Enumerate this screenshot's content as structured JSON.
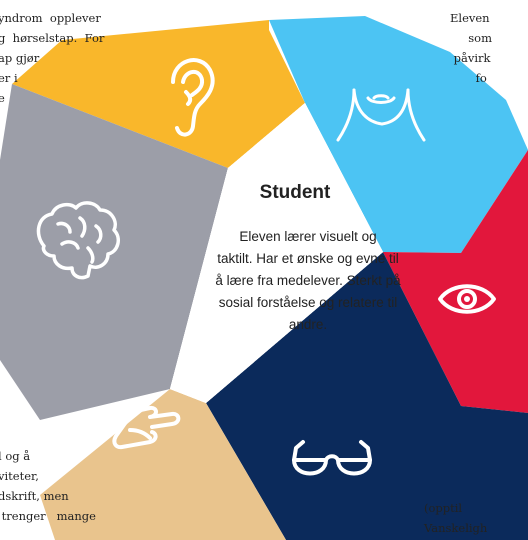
{
  "colors": {
    "ear": "#f9b72b",
    "face": "#4cc4f3",
    "eye": "#e2173c",
    "glasses": "#0b2a5b",
    "hand": "#e9c48d",
    "brain": "#9c9ea8"
  },
  "segments": [
    {
      "name": "ear",
      "icon": "ear-icon"
    },
    {
      "name": "face",
      "icon": "face-icon"
    },
    {
      "name": "eye",
      "icon": "eye-icon"
    },
    {
      "name": "glasses",
      "icon": "glasses-icon"
    },
    {
      "name": "hand",
      "icon": "hand-icon"
    },
    {
      "name": "brain",
      "icon": "brain-icon"
    }
  ],
  "center": {
    "title": "Student",
    "body": "Eleven lærer visuelt og\ntaktilt. Har et ønske og evne til\nå lære fra medelever. Sterkt på\nsosial forståelse og relatere til\nandre."
  },
  "side_texts": {
    "top_left": "yndrom  opplever\ng  hørselstap.  For\nap gjør\ner i\ne",
    "top_right": "Eleven\n     som\n påvirk\n       fo",
    "bottom_left": "l og å\nviteter,\ndskrift, men\n trenger   mange",
    "bottom_right": "(opptil\nVanskeligh"
  }
}
